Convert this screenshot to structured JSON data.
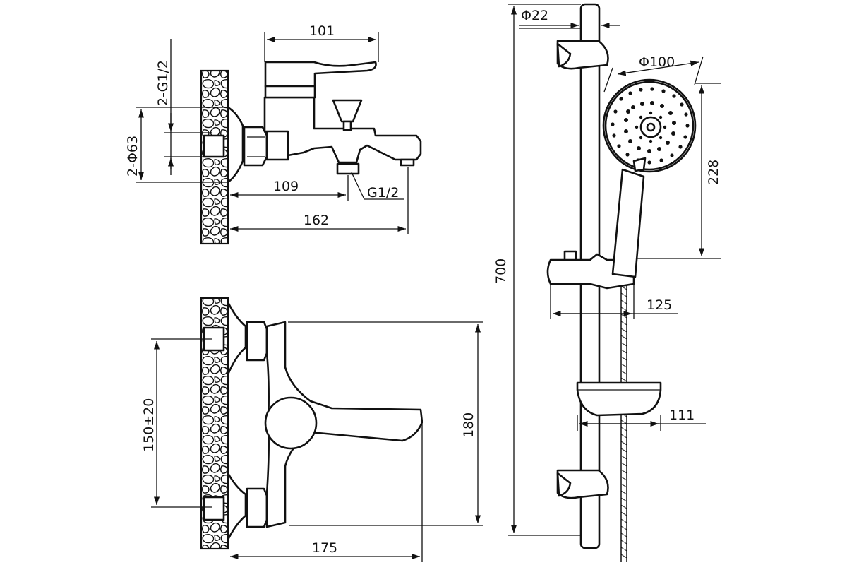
{
  "dimensions": {
    "top_view": {
      "width_101": "101",
      "thread_inlets": "2-G1/2",
      "inlet_diameter": "2-Φ63",
      "outlet_offset": "109",
      "outlet_thread": "G1/2",
      "depth": "162"
    },
    "front_view": {
      "center_distance": "150±20",
      "height": "180",
      "depth": "175"
    },
    "shower_set": {
      "rail_diameter": "Φ22",
      "head_diameter": "Φ100",
      "handset_length": "228",
      "rail_length": "700",
      "holder_depth": "125",
      "soap_dish_depth": "111"
    }
  }
}
